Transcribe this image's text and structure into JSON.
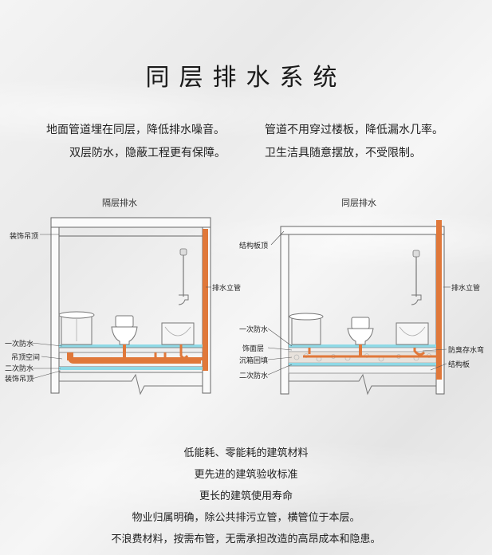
{
  "title": "同层排水系统",
  "intro": {
    "left": [
      "地面管道埋在同层，降低排水噪音。",
      "双层防水，隐蔽工程更有保障。"
    ],
    "right": [
      "管道不用穿过楼板，降低漏水几率。",
      "卫生洁具随意摆放，不受限制。"
    ]
  },
  "diagram_left": {
    "caption": "隔层排水",
    "labels": [
      "装饰吊顶",
      "一次防水",
      "吊顶空间",
      "二次防水",
      "装饰吊顶",
      "排水立管"
    ]
  },
  "diagram_right": {
    "caption": "同层排水",
    "labels": [
      "结构板顶",
      "一次防水",
      "饰面层",
      "沉箱回填",
      "二次防水",
      "排水立管",
      "防臭存水弯",
      "结构板"
    ]
  },
  "benefits": [
    "低能耗、零能耗的建筑材料",
    "更先进的建筑验收标准",
    "更长的建筑使用寿命",
    "物业归属明确，除公共排污立管，横管位于本层。",
    "不浪费材料，按需布管，无需承担改造的高昂成本和隐患。"
  ],
  "colors": {
    "pipe": "#e0783a",
    "water_layer": "#8fd9e6"
  }
}
